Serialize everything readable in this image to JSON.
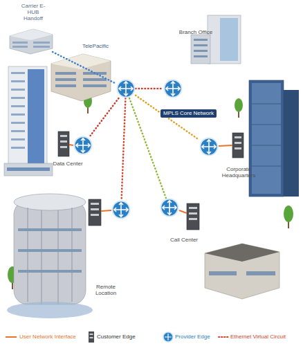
{
  "diagram": {
    "nodes": [
      {
        "text": [
          "Carrier E-HUB Handoff"
        ]
      },
      {
        "text": [
          "TelePacific"
        ]
      },
      {
        "text": [
          "Branch Office"
        ]
      },
      {
        "text": [
          "Data Center"
        ]
      },
      {
        "text": [
          "Corporate Headquarters"
        ]
      },
      {
        "text": [
          "Remote Location"
        ]
      },
      {
        "text": [
          "Call Center"
        ]
      }
    ],
    "edges": [
      {
        "from": 0,
        "to": 1,
        "arrow": "none"
      },
      {
        "from": 1,
        "to": 2,
        "arrow": "none"
      },
      {
        "from": 1,
        "to": 3,
        "arrow": "none"
      },
      {
        "from": 1,
        "to": 4,
        "arrow": "none"
      },
      {
        "from": 1,
        "to": 5,
        "arrow": "none"
      },
      {
        "from": 1,
        "to": 6,
        "arrow": "none"
      }
    ],
    "labels": [
      "MPLS Core Network"
    ],
    "legend": [
      {
        "text": "User Network Interface"
      },
      {
        "text": "Customer Edge"
      },
      {
        "text": "Provider Edge"
      },
      {
        "text": "Ethernet Virtual Circuit"
      }
    ]
  }
}
